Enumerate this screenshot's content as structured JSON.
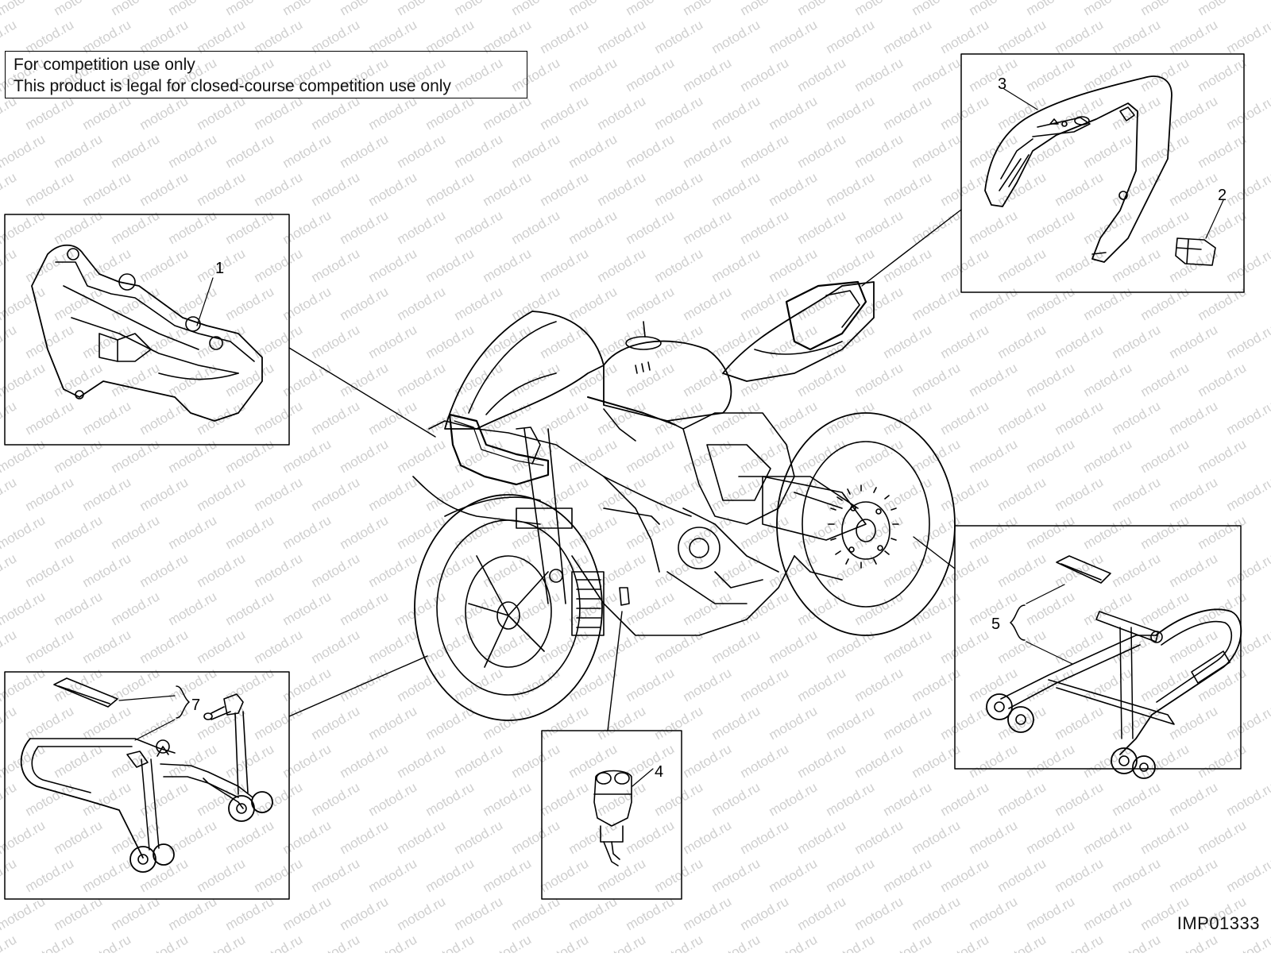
{
  "notice": {
    "line1": "For competition use only",
    "line2": "This product is legal for closed-course competition use only"
  },
  "callouts": {
    "c1": "1",
    "c2": "2",
    "c3": "3",
    "c4": "4",
    "c5": "5",
    "c7": "7"
  },
  "drawing_code": "IMP01333",
  "watermark": "motod.ru",
  "colors": {
    "ink": "#000000",
    "watermark": "#cfcfcf",
    "background": "#ffffff"
  }
}
